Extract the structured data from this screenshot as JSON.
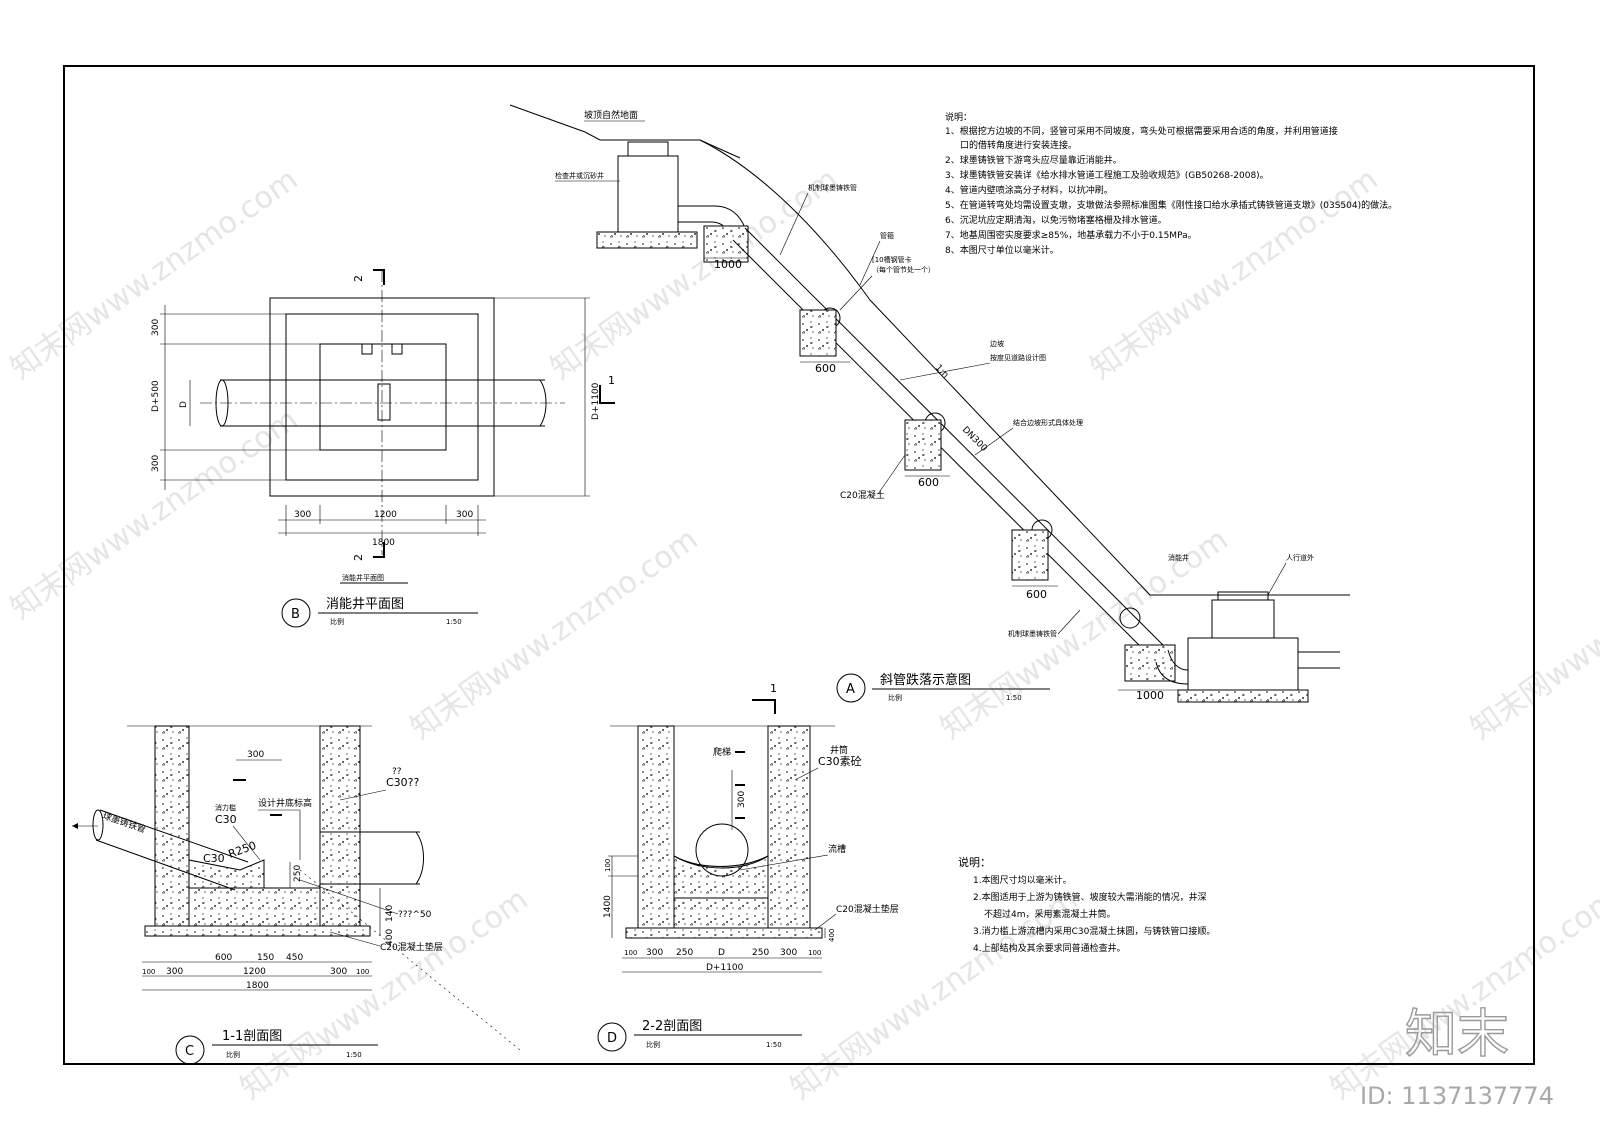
{
  "notes_top": {
    "heading": "说明：",
    "items": [
      "1、根据挖方边坡的不同，竖管可采用不同坡度，弯头处可根据需要采用合适的角度，并利用管道接",
      "口的借转角度进行安装连接。",
      "2、球墨铸铁管下游弯头应尽量靠近消能井。",
      "3、球墨铸铁管安装详《给水排水管道工程施工及验收规范》(GB50268-2008)。",
      "4、管道内壁喷涂高分子材料，以抗冲刷。",
      "5、在管道转弯处均需设置支墩，支墩做法参照标准图集《刚性接口给水承插式铸铁管道支墩》(03S504)的做法。",
      "6、沉泥坑应定期清淘，以免污物堵塞格栅及排水管道。",
      "7、地基周围密实度要求≥85%，地基承载力不小于0.15MPa。",
      "8、本图尺寸单位以毫米计。"
    ]
  },
  "notes_bottom": {
    "heading": "说明：",
    "items": [
      "1.本图尺寸均以毫米计。",
      "2.本图适用于上游为铸铁管、坡度较大需消能的情况，井深",
      "不超过4m，采用素混凝土井筒。",
      "3.消力槛上游流槽内采用C30混凝土抹圆，与铸铁管口接顺。",
      "4.上部结构及其余要求同普通检查井。"
    ]
  },
  "view_a": {
    "letter": "A",
    "title": "斜管跌落示意图",
    "scale_label": "比例",
    "scale": "1:50",
    "labels": {
      "ground": "坡顶自然地面",
      "inspection_well": "检查井或沉砂井",
      "ductile_pipe_top": "机制球墨铸铁管",
      "pipe_clamp": "管箍",
      "steel_clamp": "[10槽钢管卡",
      "steel_clamp_note": "（每个管节处一个）",
      "slope": "边坡",
      "slope_design": "按度见道路设计图",
      "slope_treat": "结合边坡形式具体处理",
      "c20": "C20混凝土",
      "energy_well": "消能井",
      "sidewalk": "人行道外",
      "ductile_pipe_bottom": "机制球墨铸铁管",
      "ratio": "1:n",
      "dn": "DN300"
    },
    "dims": [
      "1000",
      "600",
      "600",
      "600",
      "1000"
    ]
  },
  "view_b": {
    "letter": "B",
    "title": "消能井平面图",
    "subtitle": "消能井平面图",
    "scale_label": "比例",
    "scale": "1:50",
    "section_mark_v": "2",
    "section_mark_h": "1",
    "dims_left": [
      "300",
      "D+500",
      "300"
    ],
    "dim_d": "D",
    "dim_right": "D+1100",
    "dims_bottom": [
      "300",
      "1200",
      "300"
    ],
    "dim_total": "1800"
  },
  "view_c": {
    "letter": "C",
    "title": "1-1剖面图",
    "scale_label": "比例",
    "scale": "1:50",
    "labels": {
      "pipe": "球墨铸铁管",
      "c30a": "C30",
      "weir": "消力槛",
      "c30b": "C30",
      "c30c": "C30",
      "r250": "R250",
      "design_elev": "设计井底标高",
      "unk1": "??",
      "unk2": "C30??",
      "unk3": "???^50",
      "c20": "C20混凝土垫层"
    },
    "dims_top": [
      "300"
    ],
    "dims_right": [
      "250",
      "140",
      "400"
    ],
    "dims_bottom": [
      "100",
      "300",
      "600",
      "150",
      "450",
      "300",
      "100"
    ],
    "dim_mid": "1200",
    "dim_total": "1800"
  },
  "view_d": {
    "letter": "D",
    "title": "2-2剖面图",
    "scale_label": "比例",
    "scale": "1:50",
    "section_mark": "1",
    "labels": {
      "ladder": "爬梯",
      "wall": "井筒",
      "wall_mat": "C30素砼",
      "channel": "流槽",
      "c20": "C20混凝土垫层"
    },
    "dims_vertical": [
      "300",
      "100",
      "1400",
      "400"
    ],
    "dims_bottom": [
      "100",
      "300",
      "250",
      "D",
      "250",
      "300",
      "100"
    ],
    "dim_total": "D+1100"
  },
  "watermark": {
    "text": "知末网www.znzmo.com",
    "logo": "知末",
    "id": "ID: 1137137774"
  }
}
